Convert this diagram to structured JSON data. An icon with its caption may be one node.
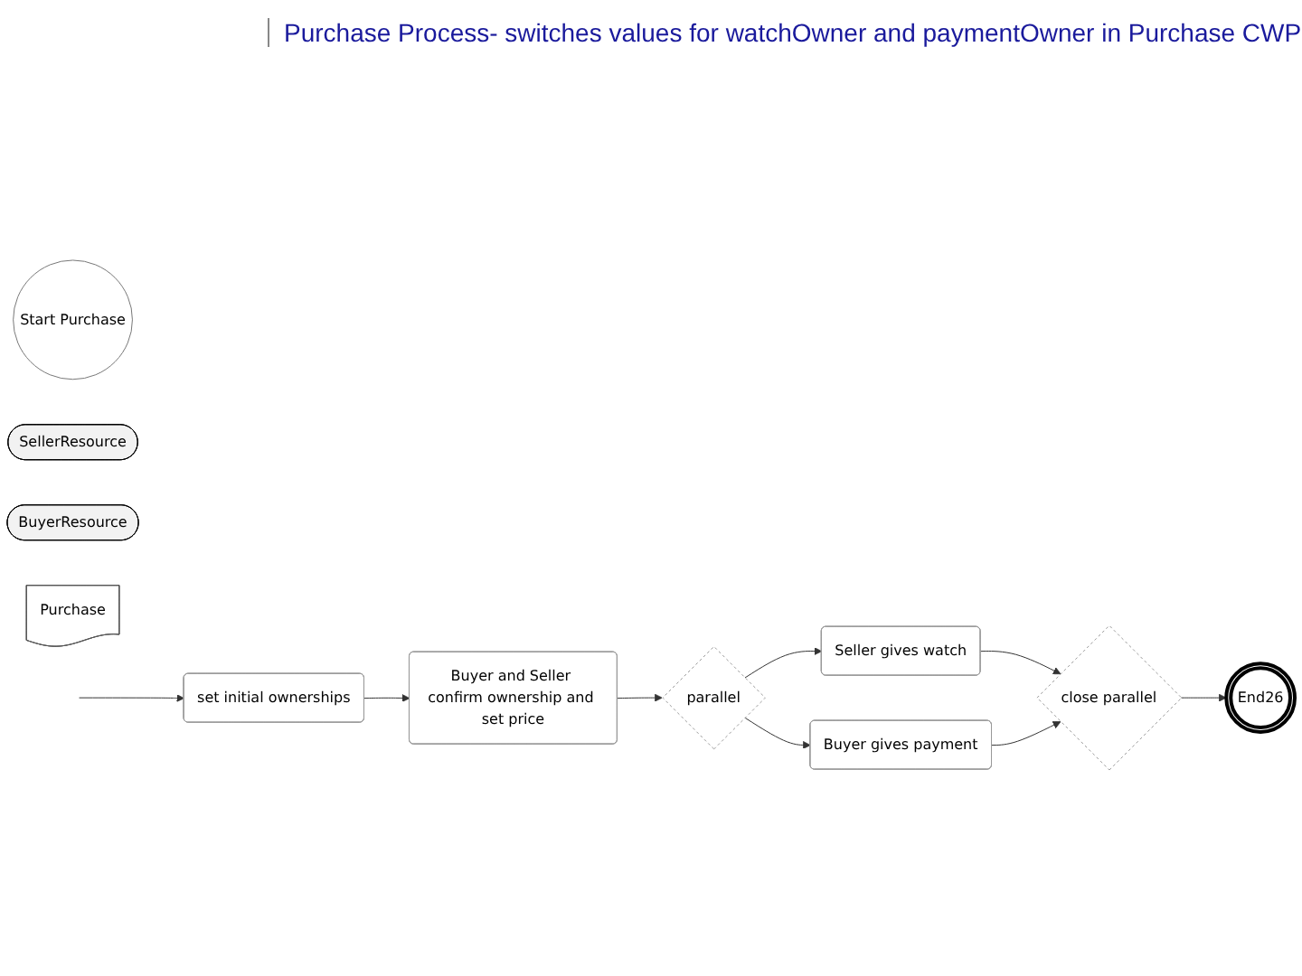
{
  "diagram": {
    "title": "Purchase Process- switches values for watchOwner and paymentOwner in Purchase CWP",
    "nodes": [
      {
        "text": [
          "Start Purchase"
        ]
      },
      {
        "text": [
          "SellerResource"
        ]
      },
      {
        "text": [
          "BuyerResource"
        ]
      },
      {
        "text": [
          "Purchase"
        ]
      },
      {
        "text": [
          "set initial ownerships"
        ]
      },
      {
        "text": [
          "Buyer and Seller confirm ownership and set price"
        ]
      },
      {
        "text": [
          "parallel"
        ]
      },
      {
        "text": [
          "Seller gives watch"
        ]
      },
      {
        "text": [
          "Buyer gives payment"
        ]
      },
      {
        "text": [
          "close parallel"
        ]
      },
      {
        "text": [
          "End26"
        ]
      }
    ],
    "edges": [
      {
        "from": null,
        "to": 4,
        "arrow": "to"
      },
      {
        "from": 4,
        "to": 5,
        "arrow": "to"
      },
      {
        "from": 5,
        "to": 6,
        "arrow": "to"
      },
      {
        "from": 6,
        "to": 7,
        "arrow": "to"
      },
      {
        "from": 6,
        "to": 8,
        "arrow": "to"
      },
      {
        "from": 7,
        "to": 9,
        "arrow": "to"
      },
      {
        "from": 8,
        "to": 9,
        "arrow": "to"
      },
      {
        "from": 9,
        "to": 10,
        "arrow": "to"
      }
    ]
  }
}
